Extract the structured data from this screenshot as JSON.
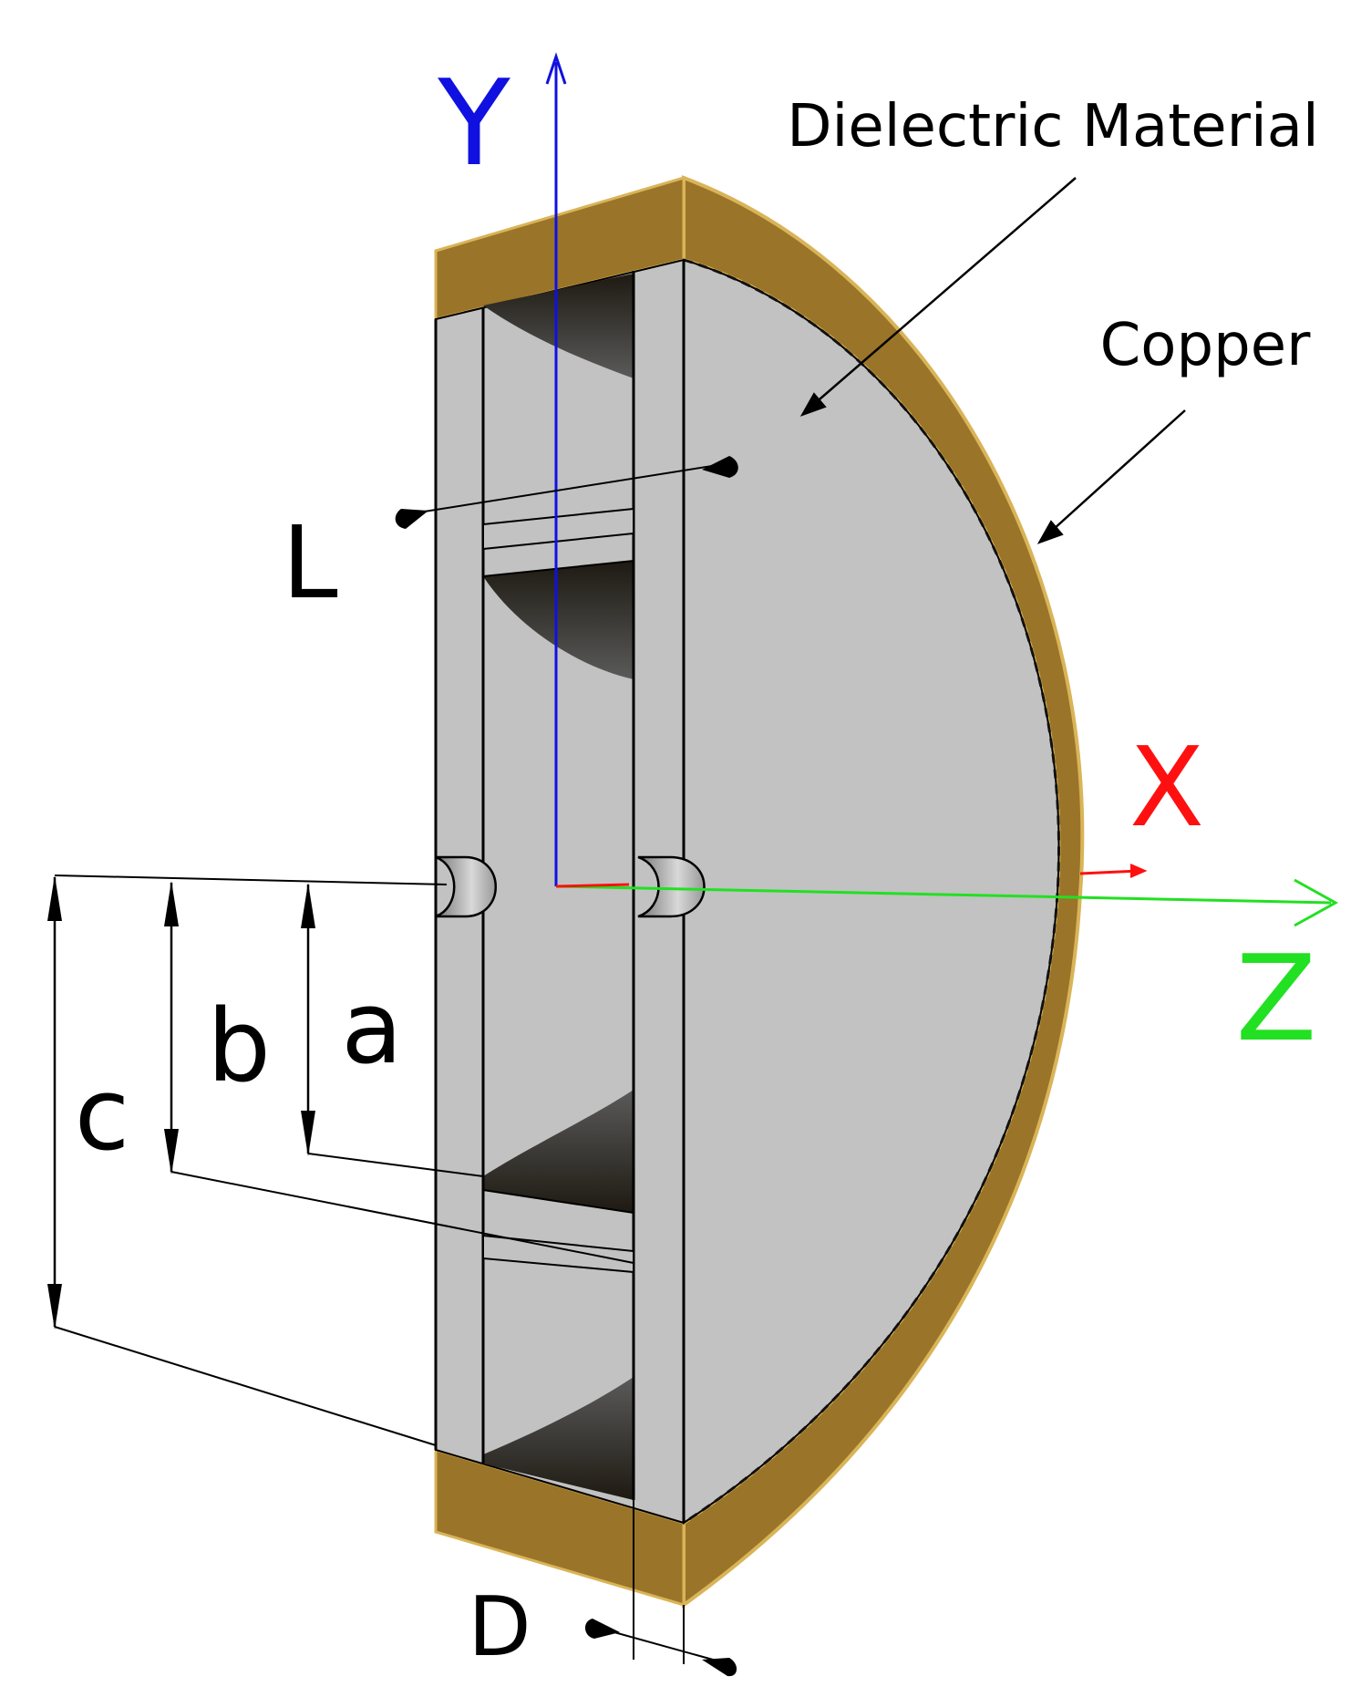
{
  "labels": {
    "axis_y": "Y",
    "axis_x": "X",
    "axis_z": "Z",
    "dielectric": "Dielectric Material",
    "copper": "Copper",
    "dim_l": "L",
    "dim_a": "a",
    "dim_b": "b",
    "dim_c": "c",
    "dim_d": "D"
  },
  "colors": {
    "copper": "#9a7428",
    "copper_edge": "#d9b458",
    "dielectric": "#c2c2c2",
    "cavity": "#2a2418",
    "axis_y": "#1010e0",
    "axis_x": "#ff1010",
    "axis_z": "#22e022",
    "line": "#000000"
  }
}
